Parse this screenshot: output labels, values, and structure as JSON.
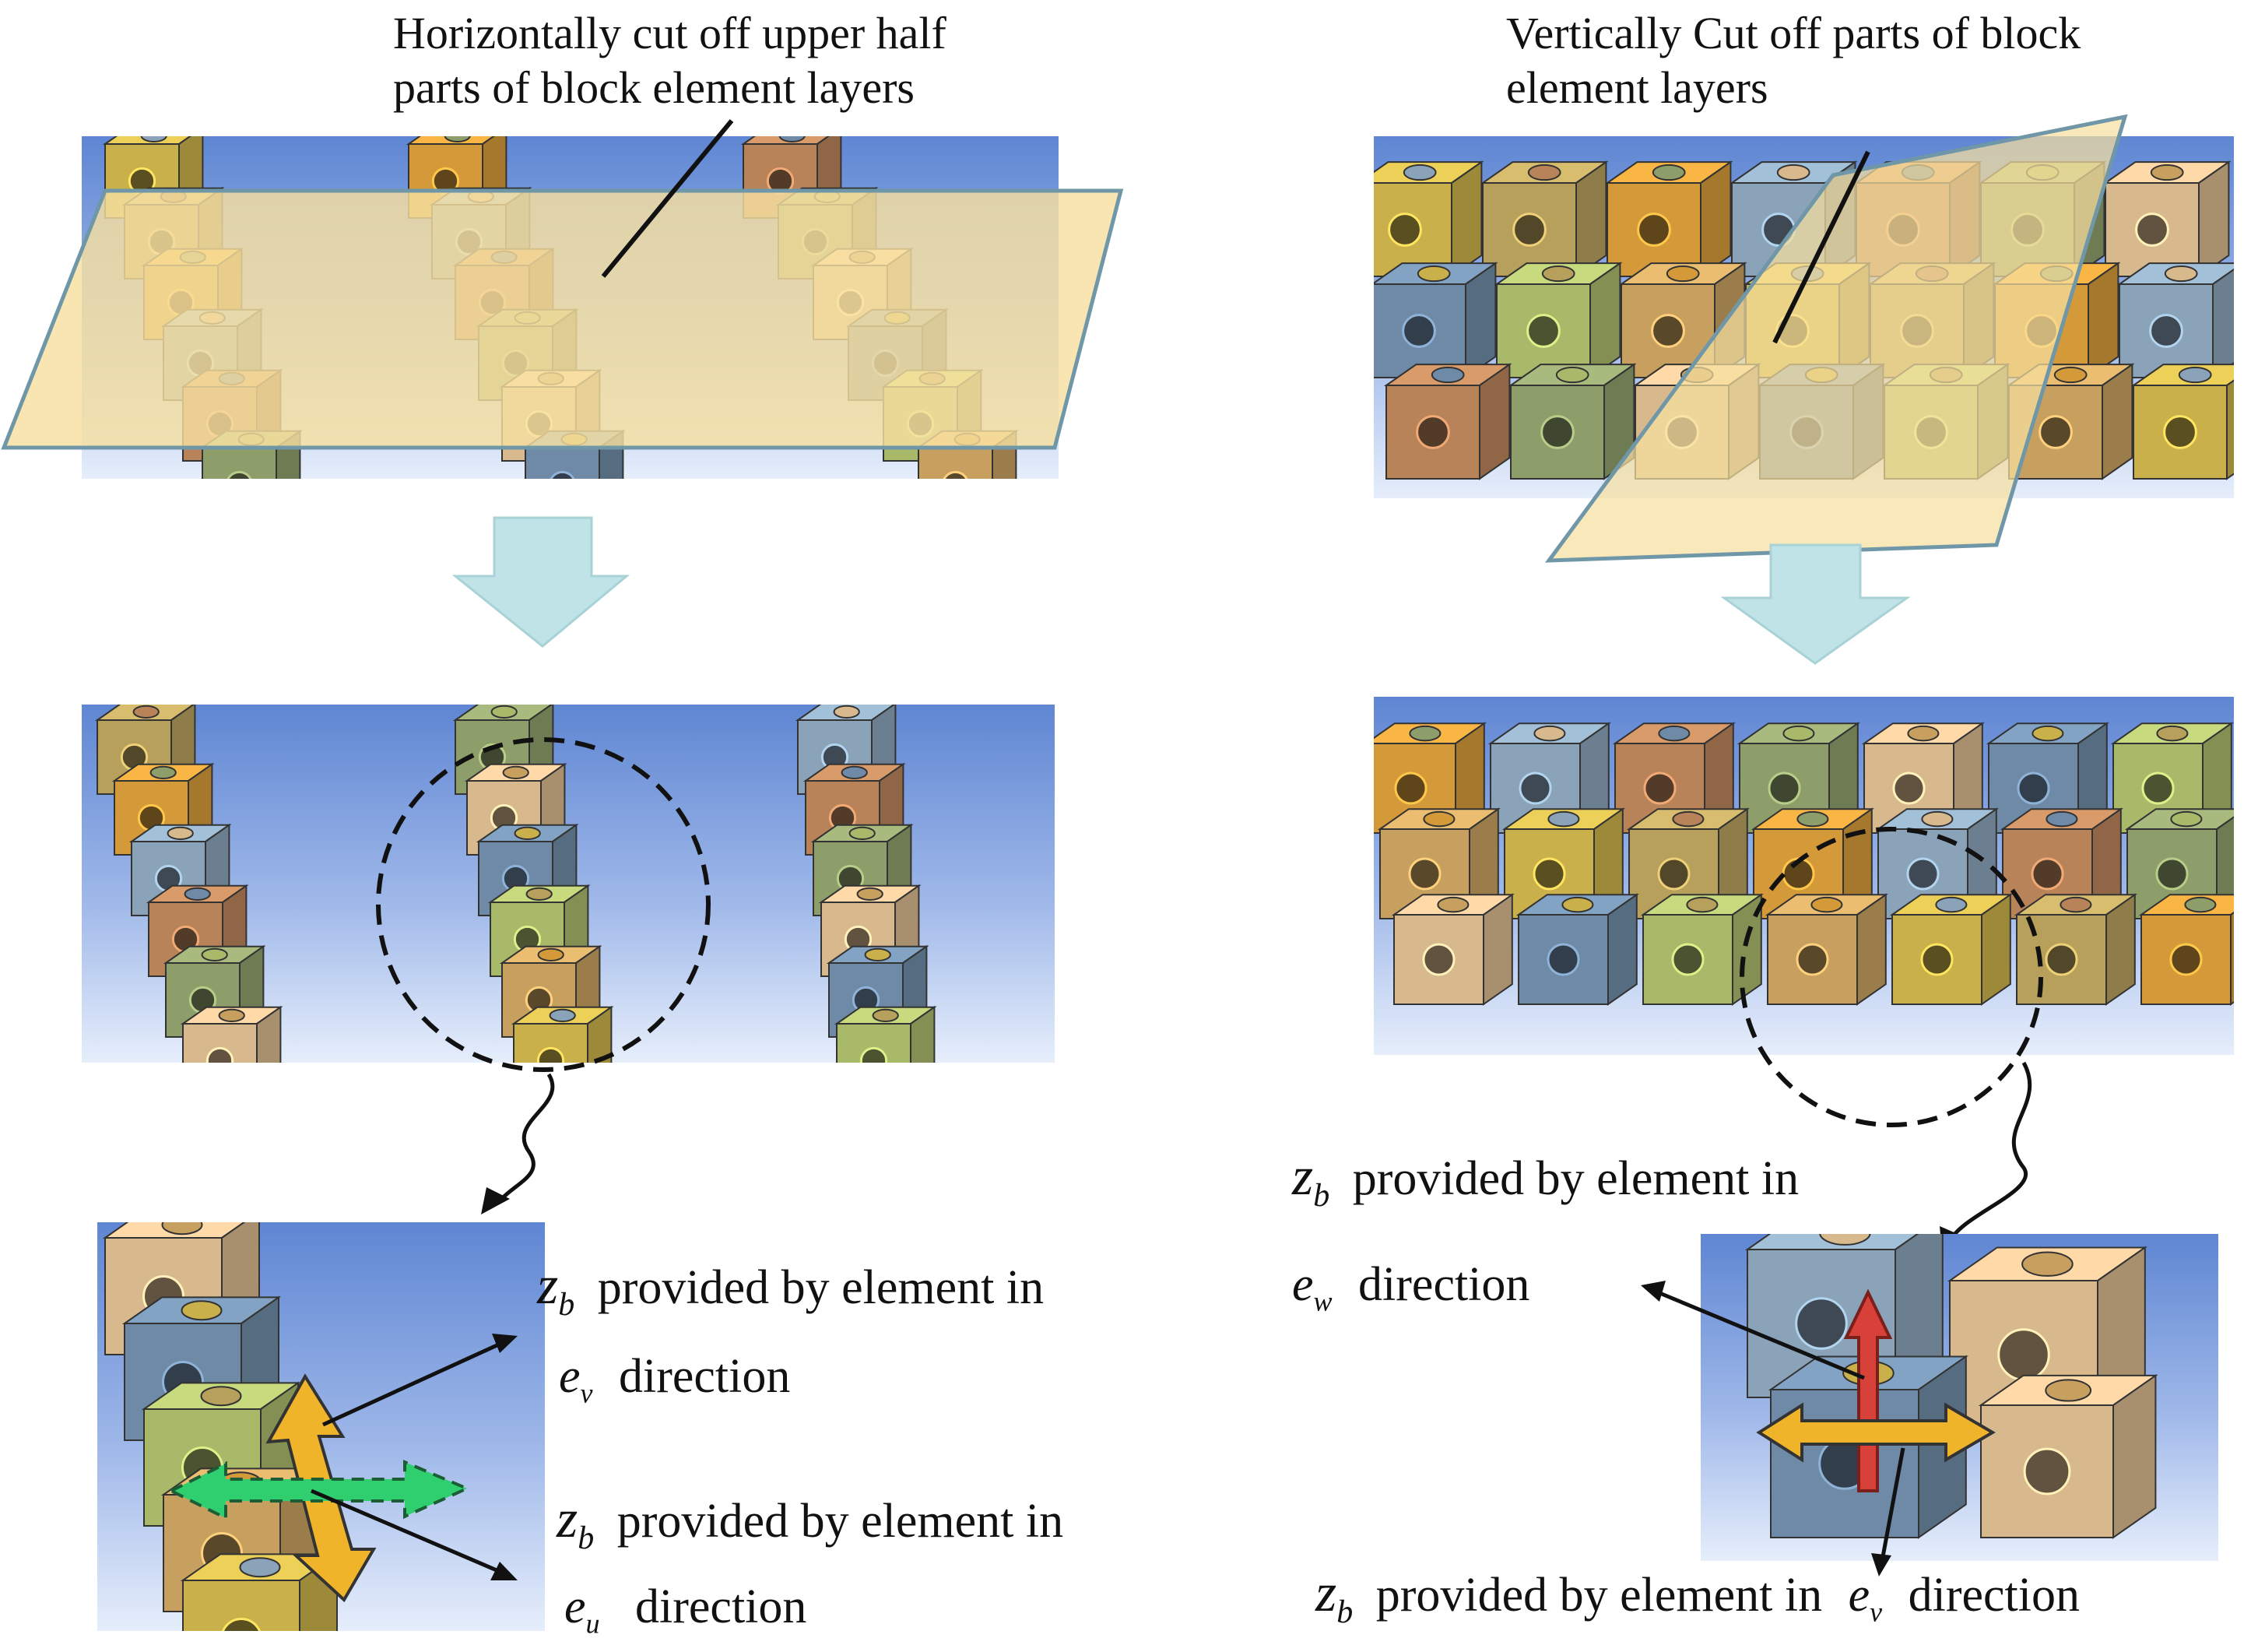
{
  "left": {
    "caption_line1": "Horizontally cut off upper half",
    "caption_line2": "parts of block  element layers",
    "label_ev": {
      "prefix": "z",
      "sub": "b",
      "text": "provided  by element in",
      "dir_sym": "e",
      "dir_sub": "v",
      "dir_text": "direction"
    },
    "label_eu": {
      "prefix": "z",
      "sub": "b",
      "text": "provided by element in",
      "dir_sym": "e",
      "dir_sub": "u",
      "dir_text": "direction"
    }
  },
  "right": {
    "caption_line1": "Vertically Cut off  parts of block",
    "caption_line2": "element layers",
    "label_ew": {
      "prefix": "z",
      "sub": "b",
      "text": "provided by element in",
      "dir_sym": "e",
      "dir_sub": "w",
      "dir_text": "direction"
    },
    "label_ev": {
      "prefix": "z",
      "sub": "b",
      "text": "provided by element in",
      "dir_sym": "e",
      "dir_sub": "v",
      "dir_text": "direction"
    }
  },
  "colors": {
    "plane_fill": "#f7dfa0",
    "plane_edge": "#6f97a8",
    "flow_arrow": "#bfe3e6",
    "block_palette": [
      "#c9b04a",
      "#b6a05c",
      "#d49a3a",
      "#8aa3b8",
      "#b9835a",
      "#8e9e6a",
      "#d8b98e",
      "#6e8aa6",
      "#a9b96a",
      "#c7a060"
    ],
    "arrow_yellow": "#f0b42a",
    "arrow_green": "#2fcf6f",
    "arrow_red": "#d8403a"
  }
}
